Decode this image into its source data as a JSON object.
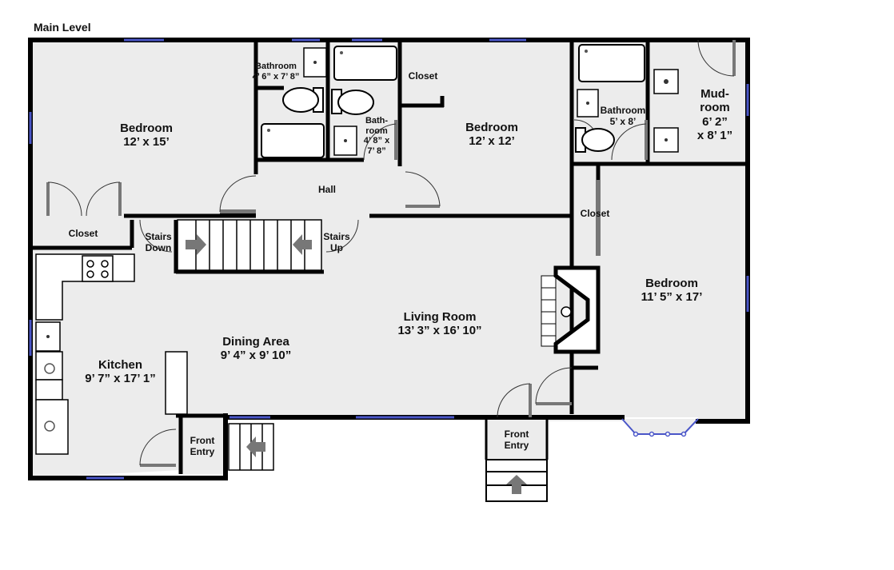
{
  "title": "Main Level",
  "colors": {
    "floor": "#ececec",
    "wall": "#000000",
    "window": "#4a56c8",
    "fixture": "#ffffff"
  },
  "rooms": {
    "bedroom_nw": {
      "name": "Bedroom",
      "size": "12’ x 15’"
    },
    "bathroom_1": {
      "name": "Bathroom",
      "size": "4’ 6” x 7’ 8”"
    },
    "bathroom_2": {
      "name_1": "Bath-",
      "name_2": "room",
      "size_1": "4’ 8” x",
      "size_2": "7’ 8”"
    },
    "closet_n": {
      "name": "Closet"
    },
    "bedroom_n": {
      "name": "Bedroom",
      "size": "12’ x 12’"
    },
    "bathroom_3": {
      "name": "Bathroom",
      "size": "5’ x 8’"
    },
    "mudroom": {
      "name_1": "Mud-",
      "name_2": "room",
      "size_1": "6’ 2”",
      "size_2": "x 8’ 1”"
    },
    "hall": {
      "name": "Hall"
    },
    "closet_w": {
      "name": "Closet"
    },
    "stairs_down": {
      "line_1": "Stairs",
      "line_2": "Down"
    },
    "stairs_up": {
      "line_1": "Stairs",
      "line_2": "Up"
    },
    "closet_e": {
      "name": "Closet"
    },
    "bedroom_e": {
      "name": "Bedroom",
      "size": "11’ 5” x 17’"
    },
    "living_room": {
      "name": "Living Room",
      "size": "13’ 3” x 16’ 10”"
    },
    "dining_area": {
      "name": "Dining Area",
      "size": "9’ 4” x 9’ 10”"
    },
    "kitchen": {
      "name": "Kitchen",
      "size": "9’ 7” x 17’ 1”"
    },
    "front_entry_w": {
      "line_1": "Front",
      "line_2": "Entry"
    },
    "front_entry_s": {
      "line_1": "Front",
      "line_2": "Entry"
    }
  }
}
